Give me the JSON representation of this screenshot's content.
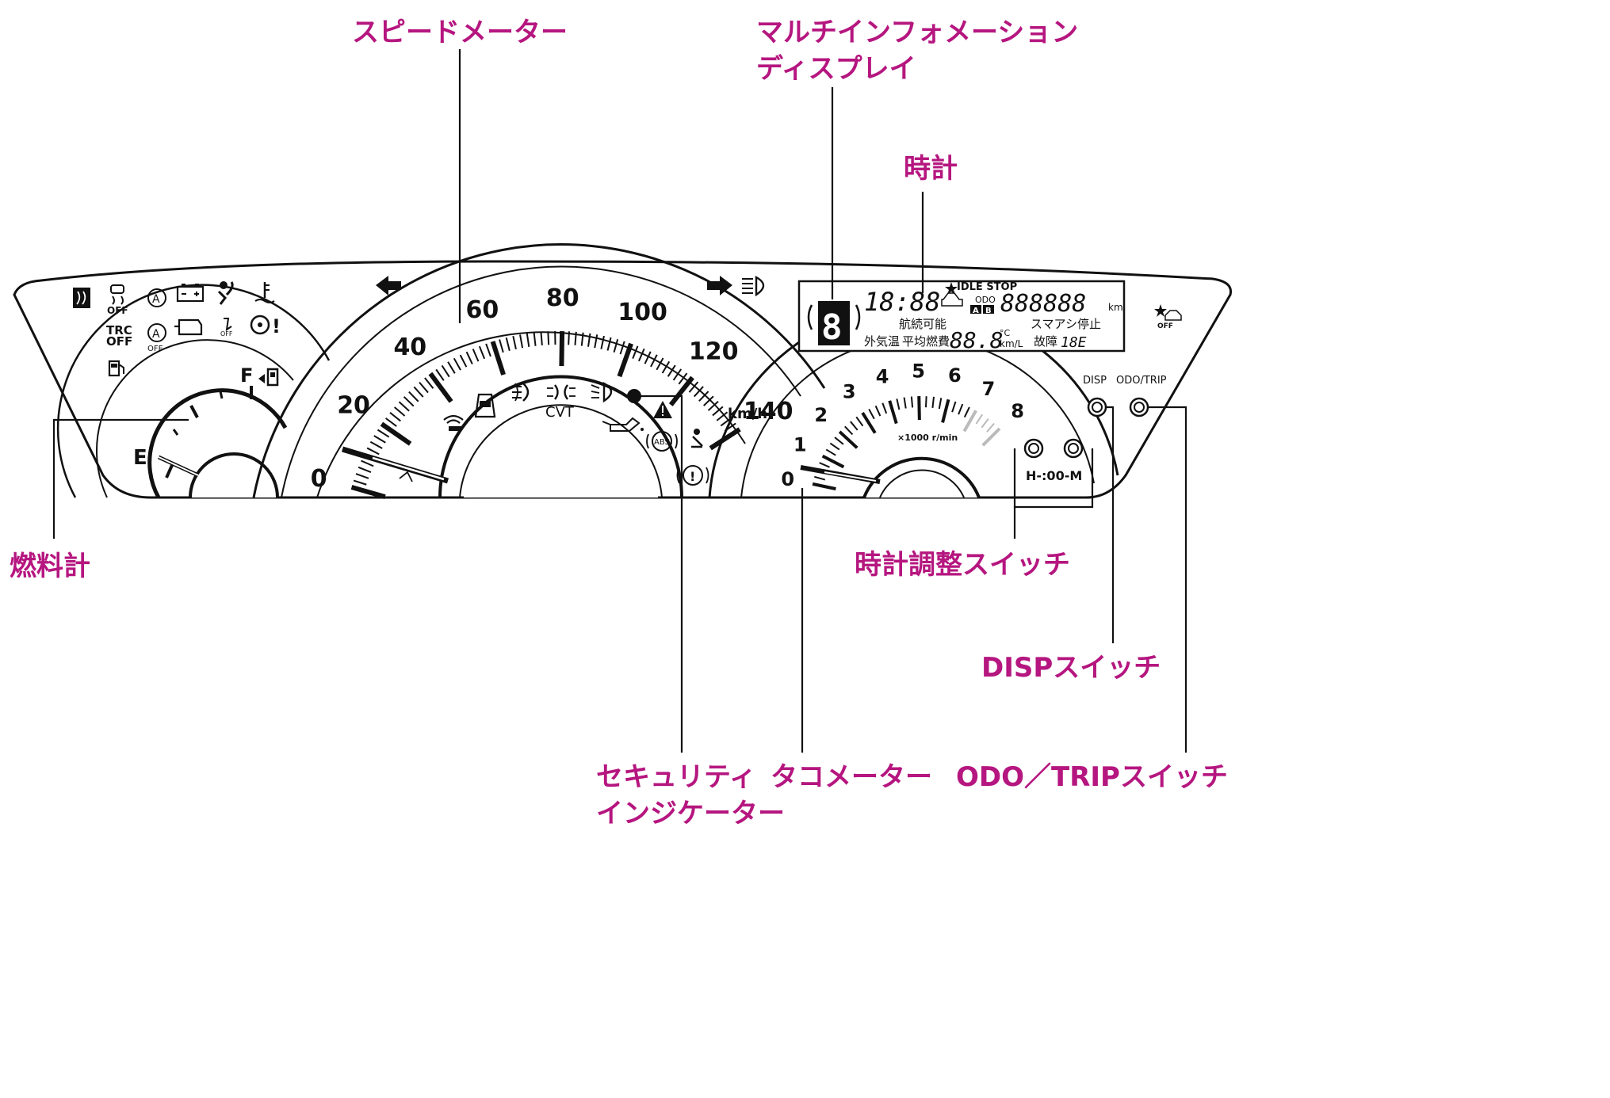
{
  "callouts": {
    "speedometer": "スピードメーター",
    "multi_info_display_line1": "マルチインフォメーション",
    "multi_info_display_line2": "ディスプレイ",
    "clock": "時計",
    "fuel_gauge": "燃料計",
    "clock_adjust_switch": "時計調整スイッチ",
    "disp_switch": "DISPスイッチ",
    "security_indicator_line1": "セキュリティ",
    "security_indicator_line2": "インジケーター",
    "tachometer": "タコメーター",
    "odo_trip_switch": "ODO／TRIPスイッチ"
  },
  "speedometer": {
    "ticks": [
      "0",
      "20",
      "40",
      "60",
      "80",
      "100",
      "120",
      "140"
    ],
    "unit": "km/h",
    "transmission_label": "CVT"
  },
  "tachometer": {
    "ticks": [
      "0",
      "1",
      "2",
      "3",
      "4",
      "5",
      "6",
      "7",
      "8"
    ],
    "unit": "×1000 r/min"
  },
  "fuel_gauge": {
    "empty": "E",
    "full": "F"
  },
  "warning_lamps": {
    "trc_off": "TRC\nOFF",
    "off_small": "OFF"
  },
  "display": {
    "clock_digits": "18:88",
    "idle_stop": "IDLE STOP",
    "odo": "ODO",
    "trip_a": "A",
    "trip_b": "B",
    "odometer_digits": "888888",
    "odometer_unit": "km",
    "range_label": "航続可能",
    "outside_temp_label": "外気温",
    "avg_fuel_label": "平均燃費",
    "value_digits": "88.8",
    "temp_unit": "°C",
    "fuel_unit": "km/L",
    "smart_assist_stop": "スマアシ停止",
    "fault_label": "故障",
    "fault_code": "18E"
  },
  "switches": {
    "disp": "DISP",
    "odo_trip": "ODO/TRIP",
    "clock_adjust": "H-:00-M"
  }
}
